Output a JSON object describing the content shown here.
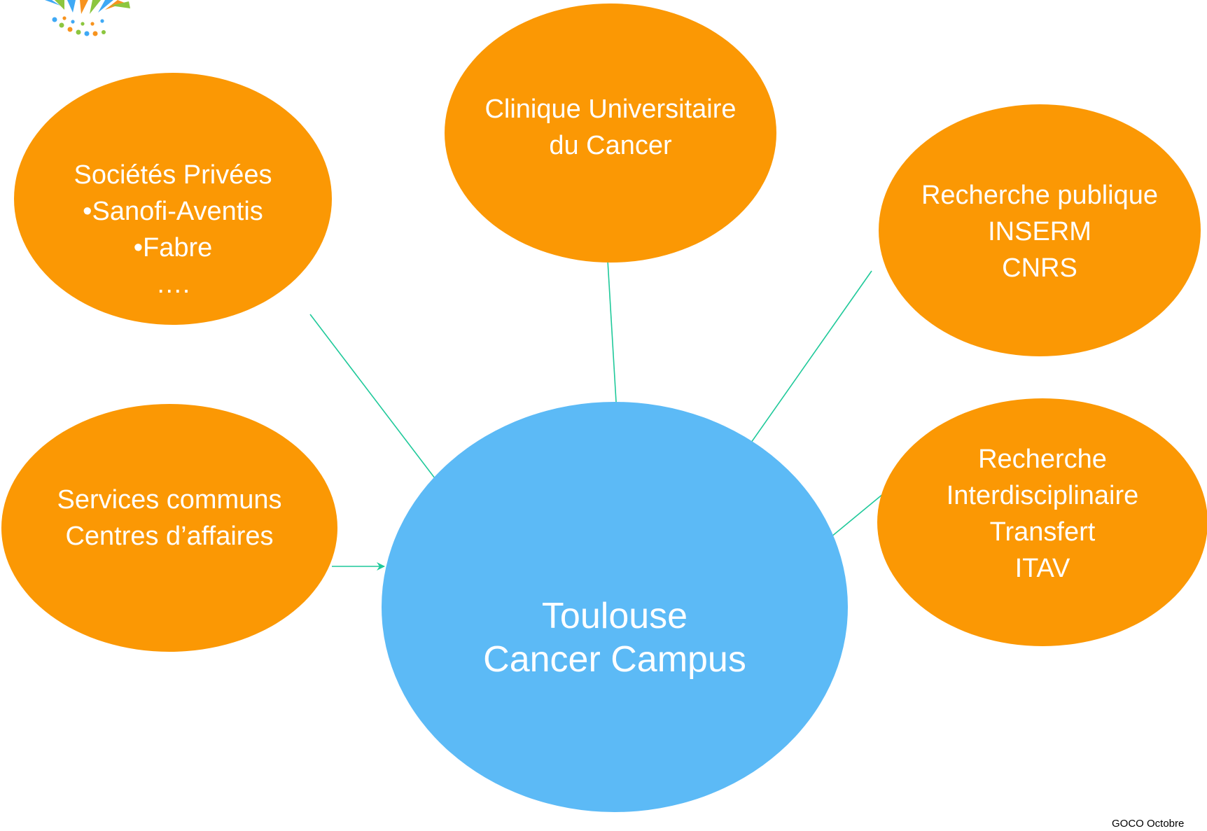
{
  "colors": {
    "satellite_fill": "#fb9804",
    "center_fill": "#5cbaf6",
    "arrow": "#1fc99a",
    "text": "#ffffff"
  },
  "nodes": {
    "center": {
      "lines": [
        "Toulouse",
        "Cancer Campus"
      ]
    },
    "societes": {
      "lines": [
        "Sociétés Privées",
        "•Sanofi-Aventis",
        "•Fabre",
        "…."
      ]
    },
    "clinique": {
      "lines": [
        "Clinique Universitaire",
        "du Cancer"
      ]
    },
    "recherche_publique": {
      "lines": [
        "Recherche publique",
        "INSERM",
        "CNRS"
      ]
    },
    "services": {
      "lines": [
        "Services communs",
        "Centres d’affaires"
      ]
    },
    "recherche_interdisciplinaire": {
      "lines": [
        "Recherche",
        "Interdisciplinaire",
        "Transfert",
        "ITAV"
      ]
    }
  },
  "edges": [
    {
      "from": "societes",
      "to": "center"
    },
    {
      "from": "clinique",
      "to": "center"
    },
    {
      "from": "recherche_publique",
      "to": "center"
    },
    {
      "from": "services",
      "to": "center"
    },
    {
      "from": "recherche_interdisciplinaire",
      "to": "center"
    }
  ],
  "logo": {
    "icon": "sunburst-logo-icon"
  },
  "footer": {
    "text": "GOCO Octobre"
  }
}
